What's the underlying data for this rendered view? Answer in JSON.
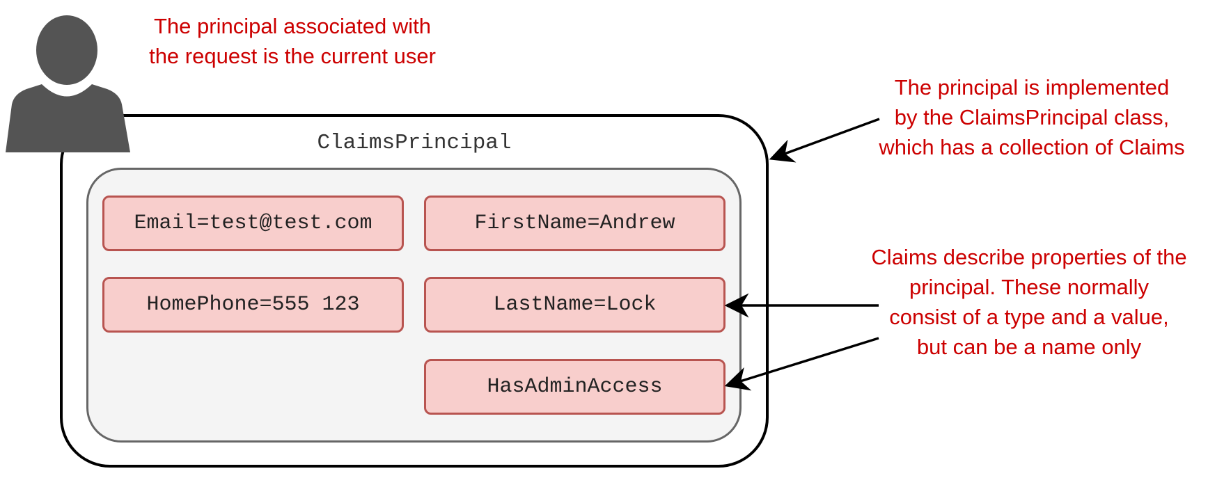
{
  "annotations": {
    "user": [
      "The principal associated with",
      "the request is the current user"
    ],
    "principal": [
      "The principal is implemented",
      "by the ClaimsPrincipal class,",
      "which has a collection of Claims"
    ],
    "claims": [
      "Claims describe properties of the",
      "principal. These normally",
      "consist of a type and a value,",
      "but can be a name only"
    ]
  },
  "principal_label": "ClaimsPrincipal",
  "claims": [
    "Email=test@test.com",
    "FirstName=Andrew",
    "HomePhone=555 123",
    "LastName=Lock",
    "HasAdminAccess"
  ],
  "icons": {
    "user": "user-silhouette-icon"
  },
  "colors": {
    "annotation": "#cc0000",
    "claim_fill": "#f8cecc",
    "claim_border": "#b85450",
    "icon": "#545454"
  }
}
